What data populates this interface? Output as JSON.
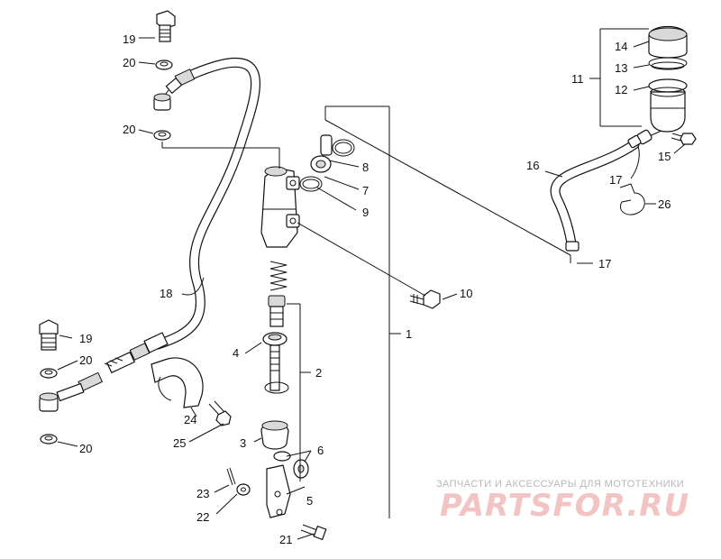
{
  "labels": {
    "p1": "1",
    "p2": "2",
    "p3": "3",
    "p4": "4",
    "p5": "5",
    "p6": "6",
    "p7": "7",
    "p8": "8",
    "p9": "9",
    "p10": "10",
    "p11": "11",
    "p12": "12",
    "p13": "13",
    "p14": "14",
    "p15": "15",
    "p16": "16",
    "p17a": "17",
    "p17b": "17",
    "p18": "18",
    "p19a": "19",
    "p19b": "19",
    "p20a": "20",
    "p20b": "20",
    "p20c": "20",
    "p20d": "20",
    "p21": "21",
    "p22": "22",
    "p23": "23",
    "p24": "24",
    "p25": "25",
    "p26": "26"
  },
  "watermark": {
    "caption": "ЗАПЧАСТИ И АКСЕССУАРЫ ДЛЯ МОТОТЕХНИКИ",
    "logo": "PARTSFOR.RU"
  }
}
